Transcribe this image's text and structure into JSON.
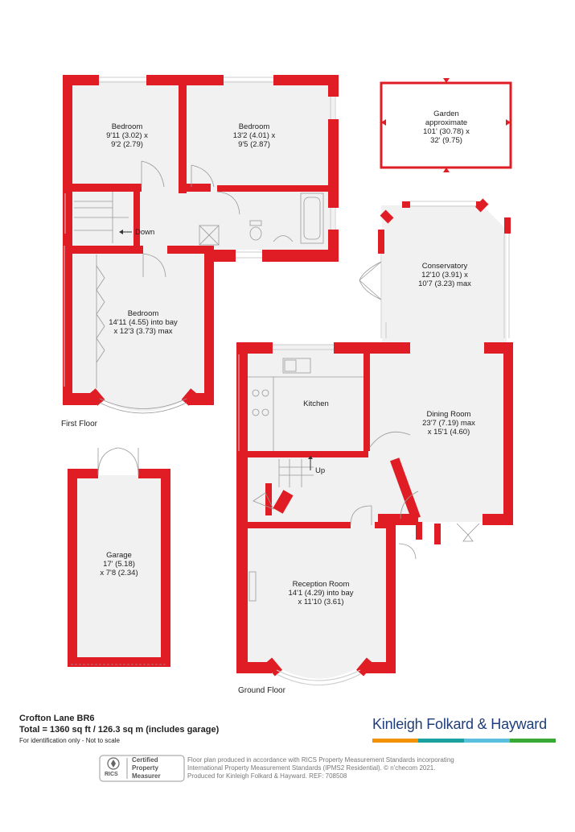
{
  "colors": {
    "wall": "#e01c24",
    "floor": "#f1f1f1",
    "brand": "#1f3d7a",
    "bar": [
      "#f39200",
      "#1ba0a0",
      "#5bc0de",
      "#39a935"
    ]
  },
  "rooms": {
    "bedroom1": {
      "name": "Bedroom",
      "dims": [
        "9'11 (3.02) x",
        "9'2 (2.79)"
      ]
    },
    "bedroom2": {
      "name": "Bedroom",
      "dims": [
        "13'2 (4.01) x",
        "9'5 (2.87)"
      ]
    },
    "bedroom3": {
      "name": "Bedroom",
      "dims": [
        "14'11 (4.55) into bay",
        "x 12'3 (3.73) max"
      ]
    },
    "garden": {
      "name": "Garden",
      "dims": [
        "approximate",
        "101' (30.78) x",
        "32' (9.75)"
      ]
    },
    "conservatory": {
      "name": "Conservatory",
      "dims": [
        "12'10 (3.91) x",
        "10'7 (3.23) max"
      ]
    },
    "kitchen": {
      "name": "Kitchen",
      "dims": []
    },
    "dining": {
      "name": "Dining Room",
      "dims": [
        "23'7 (7.19) max",
        "x 15'1 (4.60)"
      ]
    },
    "garage": {
      "name": "Garage",
      "dims": [
        "17' (5.18)",
        "x 7'8 (2.34)"
      ]
    },
    "reception": {
      "name": "Reception Room",
      "dims": [
        "14'1 (4.29) into bay",
        "x 11'10 (3.61)"
      ]
    }
  },
  "stairs": {
    "down": "Down",
    "up": "Up"
  },
  "floors": {
    "first": "First Floor",
    "ground": "Ground Floor"
  },
  "footer": {
    "address": "Crofton Lane  BR6",
    "total": "Total = 1360 sq ft / 126.3 sq m (includes garage)",
    "disclaimer": "For identification only - Not to scale",
    "badge_lines": [
      "Certified",
      "Property",
      "Measurer"
    ],
    "rics": "RICS",
    "statement": [
      "Floor plan produced in accordance with RICS Property Measurement Standards incorporating",
      "International Property Measurement Standards (IPMS2 Residential).  © n'checom 2021.",
      "Produced for Kinleigh Folkard & Hayward.   REF: 708508"
    ],
    "brand": "Kinleigh Folkard & Hayward"
  }
}
